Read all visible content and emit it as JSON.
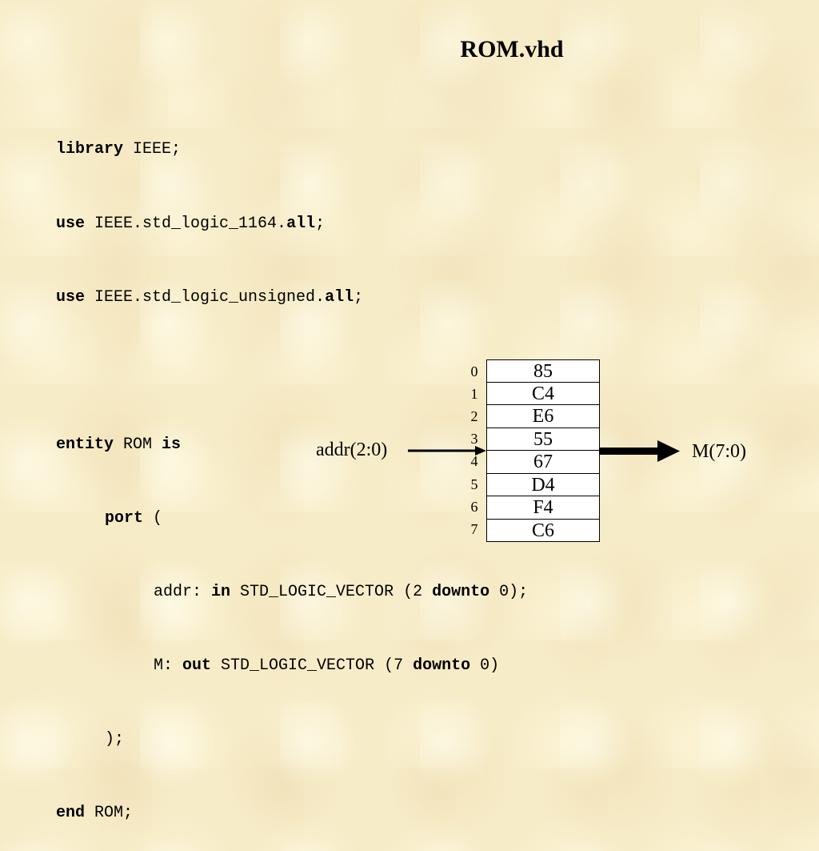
{
  "title": "ROM.vhd",
  "code": {
    "l1": {
      "kw": "library",
      "rest": " IEEE;"
    },
    "l2": {
      "kw": "use",
      "mid": " IEEE.std_logic_1164.",
      "kw2": "all",
      "end": ";"
    },
    "l3": {
      "kw": "use",
      "mid": " IEEE.std_logic_unsigned.",
      "kw2": "all",
      "end": ";"
    },
    "l5": {
      "kw": "entity",
      "mid": " ROM ",
      "kw2": "is"
    },
    "l6": {
      "kw": "port",
      "rest": " ("
    },
    "l7": {
      "a": "addr: ",
      "kw": "in",
      "b": " STD_LOGIC_VECTOR (2 ",
      "kw2": "downto",
      "c": " 0);"
    },
    "l8": {
      "a": "M: ",
      "kw": "out",
      "b": " STD_LOGIC_VECTOR (7 ",
      "kw2": "downto",
      "c": " 0)"
    },
    "l9": {
      "rest": ");"
    },
    "l10": {
      "kw": "end",
      "rest": " ROM;"
    }
  },
  "rom": {
    "indices": [
      "0",
      "1",
      "2",
      "3",
      "4",
      "5",
      "6",
      "7"
    ],
    "values": [
      "85",
      "C4",
      "E6",
      "55",
      "67",
      "D4",
      "F4",
      "C6"
    ]
  },
  "input_label": "addr(2:0)",
  "output_label": "M(7:0)"
}
